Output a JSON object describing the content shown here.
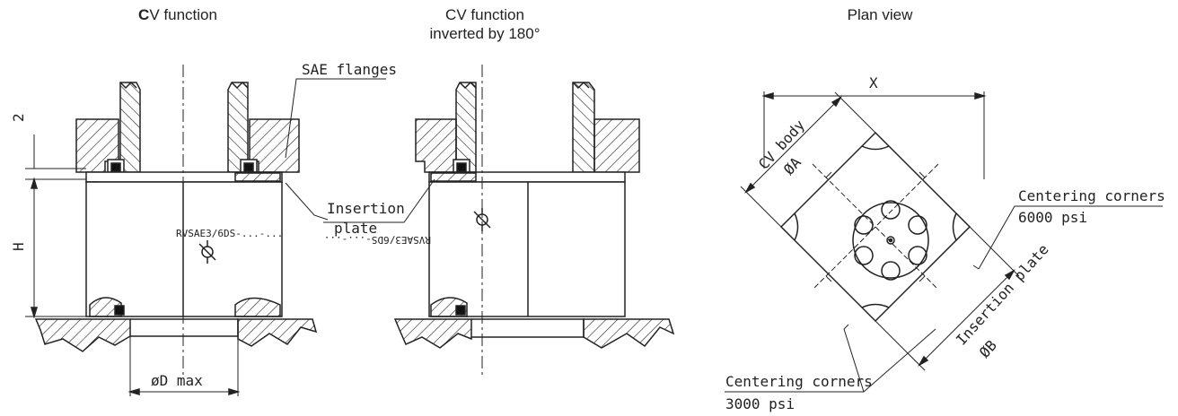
{
  "headings": {
    "cv_function_first": "C",
    "cv_function_rest": "V function",
    "cv_inverted_line1": "CV function",
    "cv_inverted_line2": "inverted by 180°",
    "plan_view": "Plan view"
  },
  "labels": {
    "sae_flanges": "SAE flanges",
    "insertion_plate_line1": "Insertion",
    "insertion_plate_line2": "plate",
    "dim_2": "2",
    "dim_h": "H",
    "dim_d_max": "øD max",
    "part_code": "RVSAE3/6DS-...-...",
    "dim_x": "X",
    "cv_body": "CV body",
    "dim_a": "ØA",
    "centering_corners_top": "Centering corners",
    "psi_6000": "6000 psi",
    "centering_corners_bottom": "Centering corners",
    "psi_3000": "3000 psi",
    "insertion_plate_plan": "Insertion plate",
    "dim_b": "ØB"
  },
  "colors": {
    "line": "#222222",
    "seal": "#111111"
  }
}
